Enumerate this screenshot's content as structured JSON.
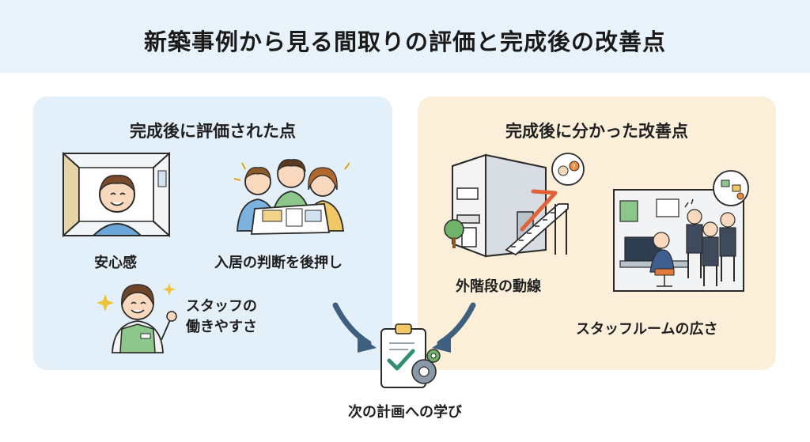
{
  "title": "新築事例から見る間取りの評価と完成後の改善点",
  "left_panel": {
    "heading": "完成後に評価された点",
    "items": [
      {
        "label": "安心感",
        "icon": "smiling-person-in-room-icon"
      },
      {
        "label": "入居の判断を後押し",
        "icon": "family-with-floorplan-icon"
      },
      {
        "label": "スタッフの\n働きやすさ",
        "icon": "staff-waving-icon"
      }
    ]
  },
  "right_panel": {
    "heading": "完成後に分かった改善点",
    "items": [
      {
        "label": "外階段の動線",
        "icon": "building-exterior-stairs-icon"
      },
      {
        "label": "スタッフルームの広さ",
        "icon": "crowded-staff-room-icon"
      }
    ]
  },
  "result": {
    "label": "次の計画への学び",
    "icon": "clipboard-check-gear-icon"
  },
  "colors": {
    "banner": "#e8f2fa",
    "left_panel": "#e4f0f9",
    "right_panel": "#fbefd9",
    "arrow": "#3f5f7f",
    "accent_green": "#2f8f6f"
  }
}
